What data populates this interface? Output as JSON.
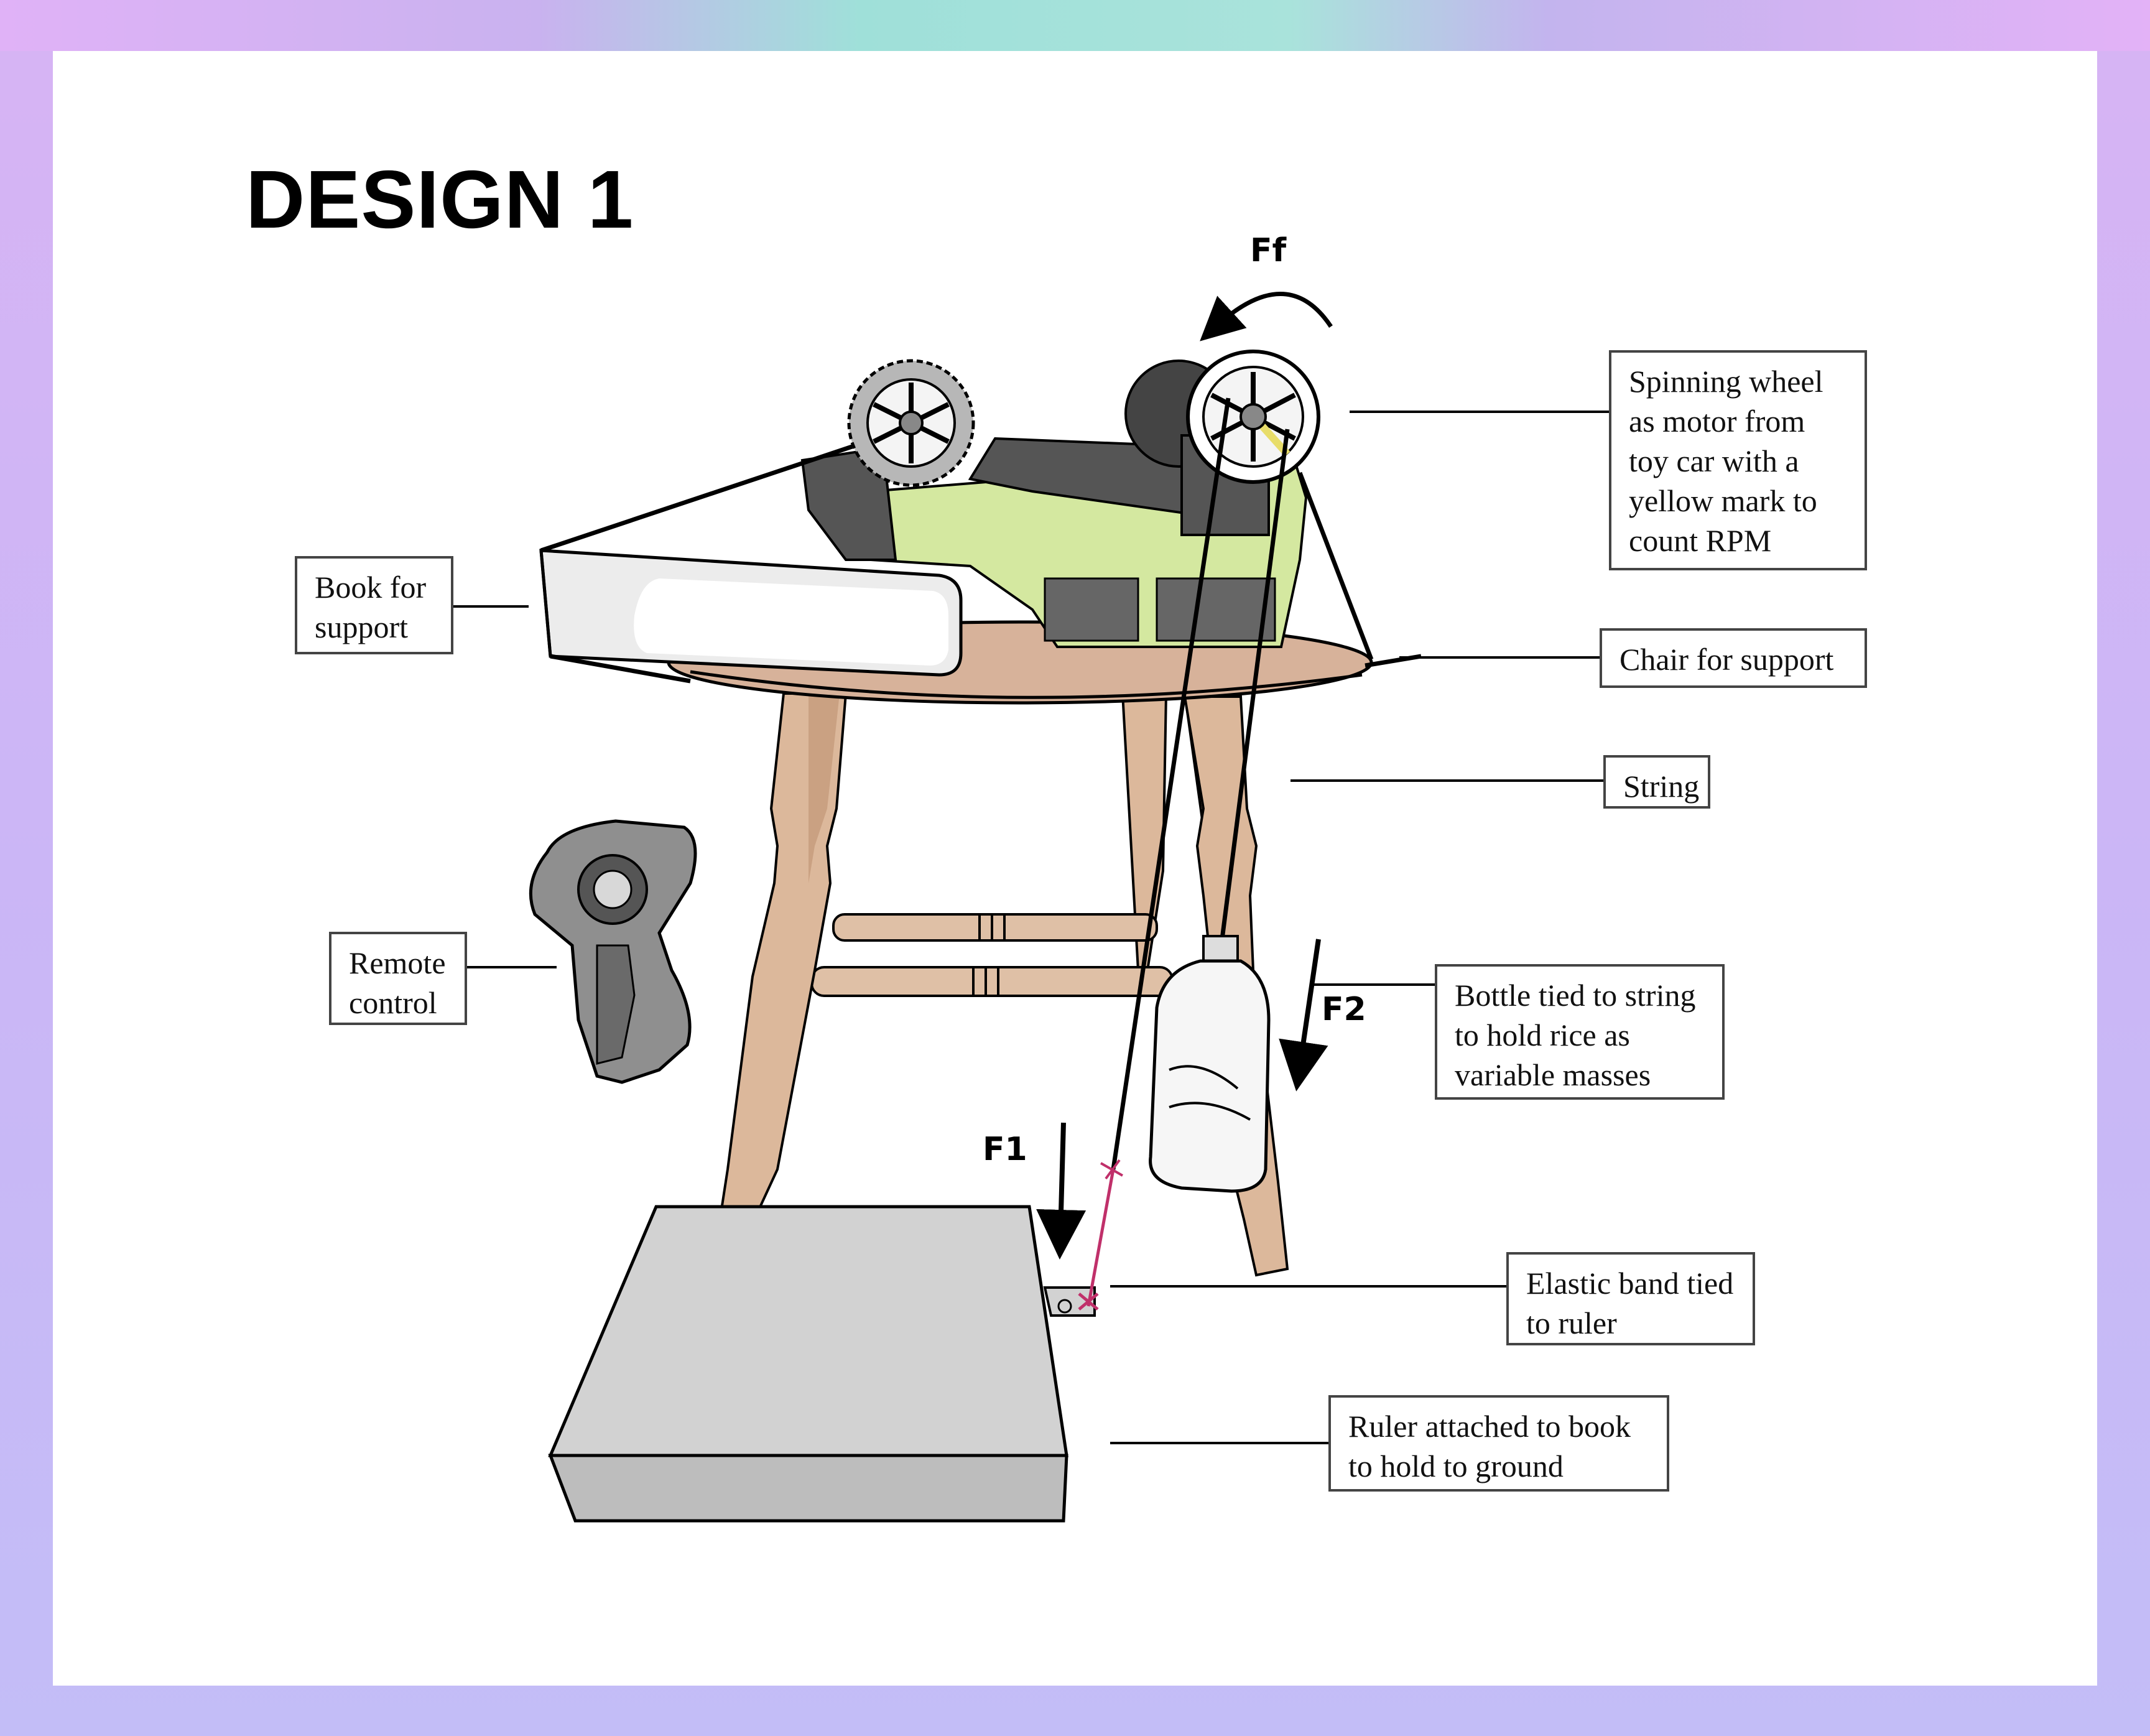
{
  "title": "DESIGN 1",
  "forces": {
    "friction": "Ff",
    "f1": "F1",
    "f2": "F2"
  },
  "labels": {
    "spinning_wheel": "Spinning wheel as motor from toy car with a yellow mark to count RPM",
    "book_support": "Book for support",
    "chair_support": "Chair for support",
    "string": "String",
    "remote_control": "Remote control",
    "bottle": "Bottle tied to string to hold rice as variable masses",
    "elastic_band": "Elastic band tied to ruler",
    "ruler": "Ruler attached to book to hold to ground"
  },
  "colors": {
    "wood": "#dcb89b",
    "wood_dark": "#c59b7c",
    "car_green": "#d4e8a0",
    "car_dark": "#555555",
    "tire_gray": "#b7b7b7",
    "box_gray": "#d2d2d2",
    "elastic": "#c0306a",
    "yellow_mark": "#e8dd6a"
  }
}
